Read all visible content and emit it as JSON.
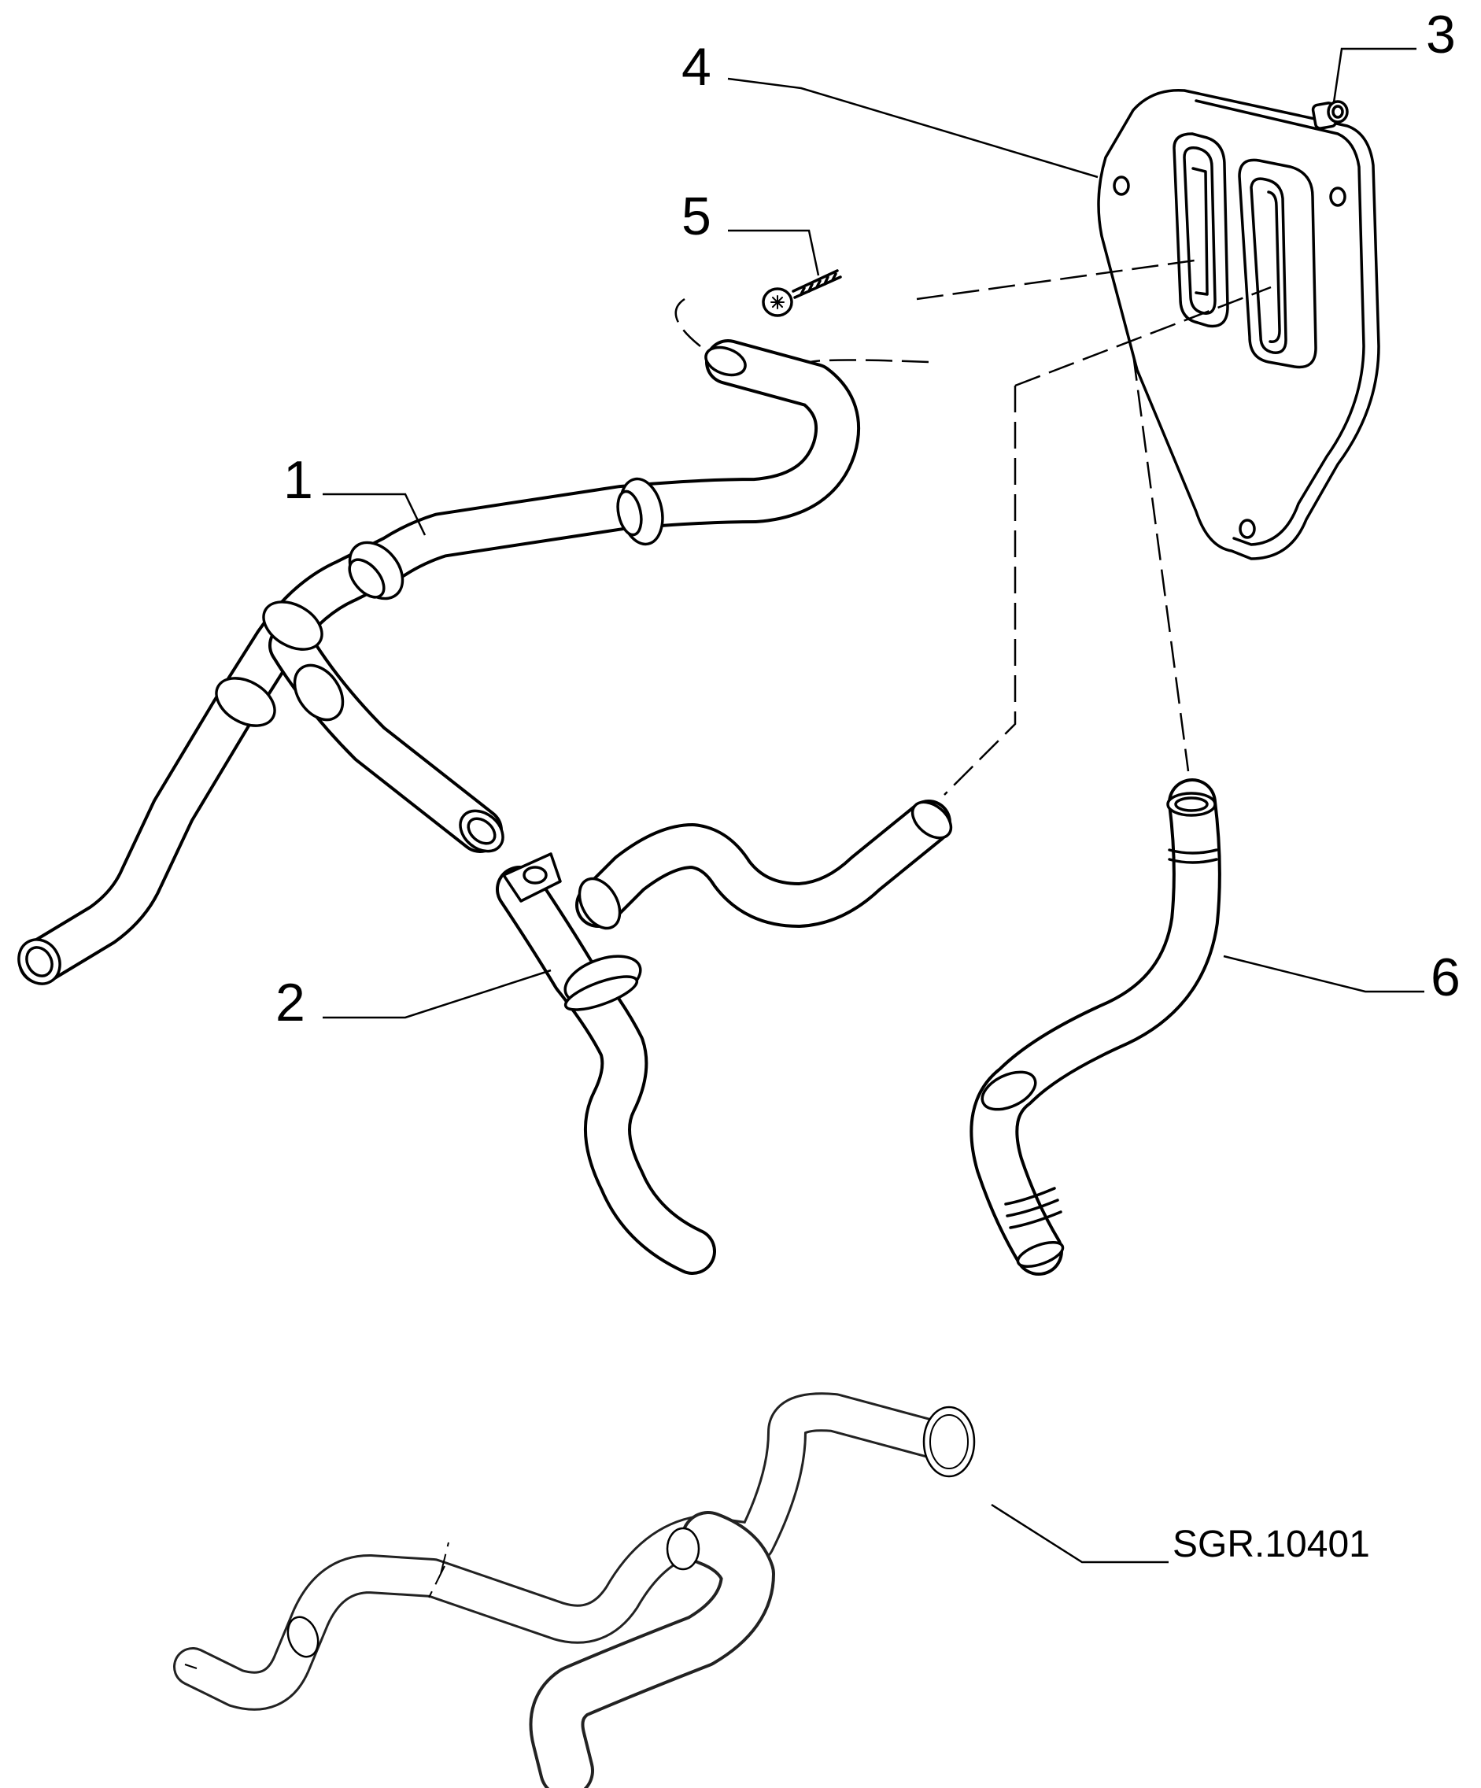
{
  "diagram": {
    "callouts": {
      "c1": "1",
      "c2": "2",
      "c3": "3",
      "c4": "4",
      "c5": "5",
      "c6": "6"
    },
    "reference_code": "SGR.10401"
  },
  "colors": {
    "line": "#000000",
    "background": "#ffffff"
  }
}
